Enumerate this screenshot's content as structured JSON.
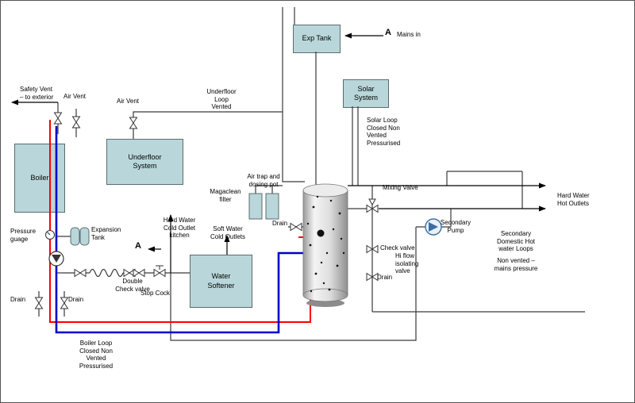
{
  "diagram": {
    "boxes": {
      "exp_tank": "Exp Tank",
      "solar_system": "Solar\nSystem",
      "underfloor_system": "Underfloor\nSystem",
      "boiler": "Boiler",
      "water_softener": "Water\nSoftener"
    },
    "labels": {
      "safety_vent": "Safety Vent\n– to exterior",
      "air_vent_left": "Air Vent",
      "air_vent_mid": "Air Vent",
      "underfloor_loop": "Underfloor\nLoop\nVented",
      "mains_in_letter": "A",
      "mains_in": "Mains in",
      "solar_loop": "Solar Loop\nClosed Non\nVented\nPressurised",
      "air_trap": "Air trap and\ndosing pot",
      "magnaclean": "Magaclean\nfilter",
      "mixing_valve": "Mixing Valve",
      "hard_water_hot": "Hard Water\nHot Outlets",
      "drain_cylinder": "Drain",
      "pressure_gauge": "Pressure\nguage",
      "expansion_tank": "Expansion\nTank",
      "hard_water_cold": "Hard Water\nCold Outlet\nkitchen",
      "soft_water_cold": "Soft Water\nCold Outlets",
      "point_a": "A",
      "check_valve": "Check valve",
      "secondary_pump": "Secondary\nPump",
      "secondary_domestic": "Secondary\nDomestic Hot\nwater Loops",
      "non_vented": "Non vented –\nmains pressure",
      "hi_flow": "Hi flow\nisolating\nvalve",
      "drain_right": "Drain",
      "double_check": "Double\nCheck valve",
      "stop_cock": "Stop Cock",
      "drain_left_1": "Drain",
      "drain_left_2": "Drain",
      "boiler_loop": "Boiler Loop\nClosed Non\nVented\nPressurised"
    },
    "colors": {
      "flow_pipe": "#ff0000",
      "return_pipe": "#0000cc",
      "line": "#3a3a3a",
      "box_fill": "#b9d7da"
    }
  }
}
